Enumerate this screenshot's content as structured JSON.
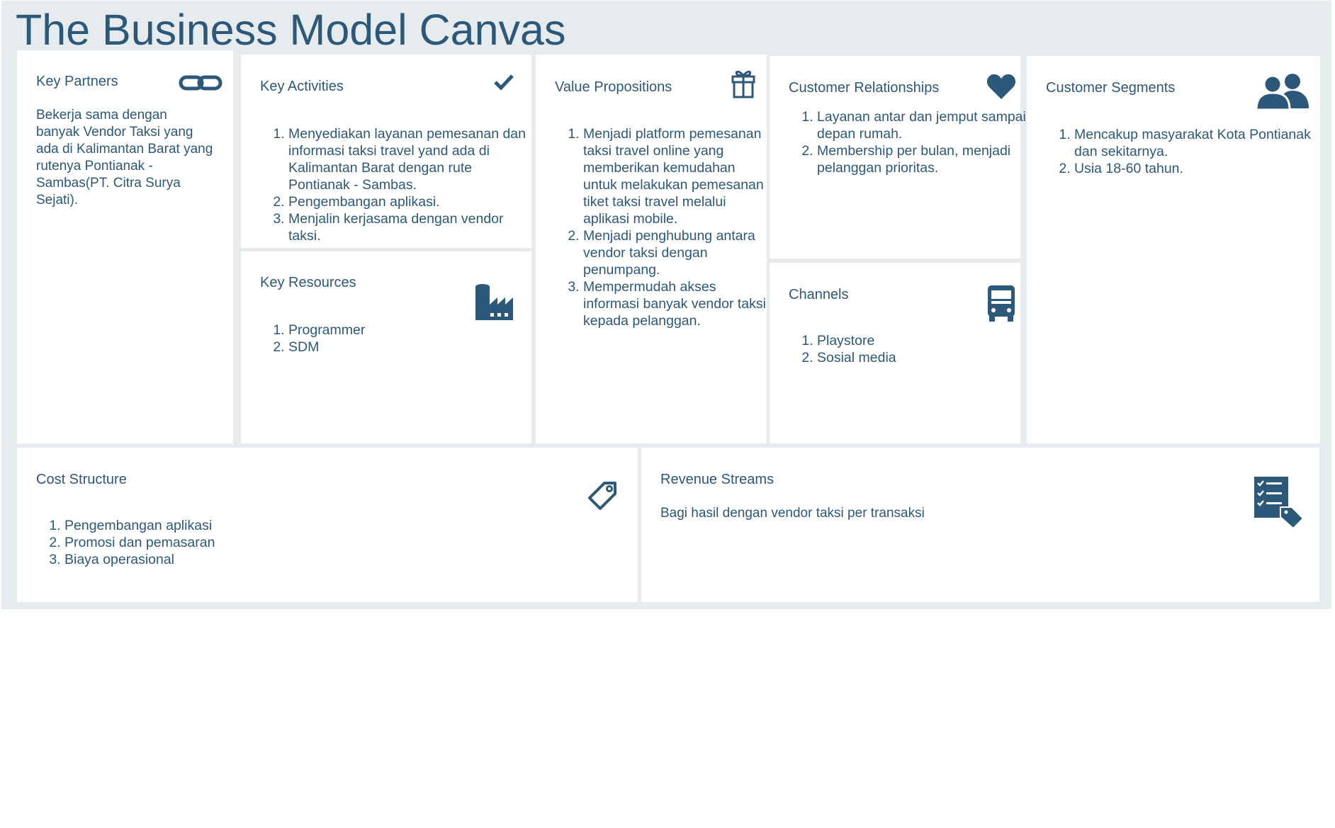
{
  "title": "The Business Model Canvas",
  "colors": {
    "accent": "#2c5879",
    "background": "#e6ebee",
    "card": "#ffffff"
  },
  "key_partners": {
    "title": "Key Partners",
    "icon": "link-icon",
    "text": "Bekerja sama dengan banyak Vendor Taksi yang ada di Kalimantan Barat yang rutenya Pontianak - Sambas(PT. Citra Surya Sejati)."
  },
  "key_activities": {
    "title": "Key Activities",
    "icon": "checkmark-icon",
    "items": [
      "Menyediakan layanan pemesanan dan informasi taksi travel yand ada di Kalimantan Barat dengan rute Pontianak - Sambas.",
      "Pengembangan aplikasi.",
      "Menjalin kerjasama dengan vendor taksi."
    ]
  },
  "key_resources": {
    "title": "Key Resources",
    "icon": "factory-icon",
    "items": [
      "Programmer",
      "SDM"
    ]
  },
  "value_propositions": {
    "title": "Value Propositions",
    "icon": "gift-icon",
    "items": [
      "Menjadi platform pemesanan taksi travel online yang memberikan kemudahan untuk melakukan pemesanan tiket taksi travel melalui aplikasi mobile.",
      "Menjadi penghubung antara vendor taksi dengan penumpang.",
      "Mempermudah akses informasi banyak vendor taksi kepada pelanggan."
    ]
  },
  "customer_relationships": {
    "title": "Customer Relationships",
    "icon": "heart-icon",
    "items": [
      "Layanan antar dan jemput sampai depan rumah.",
      "Membership per bulan, menjadi pelanggan prioritas."
    ]
  },
  "channels": {
    "title": "Channels",
    "icon": "truck-icon",
    "items": [
      "Playstore",
      "Sosial media"
    ]
  },
  "customer_segments": {
    "title": "Customer Segments",
    "icon": "users-icon",
    "items": [
      "Mencakup masyarakat Kota Pontianak dan sekitarnya.",
      "Usia 18-60 tahun."
    ]
  },
  "cost_structure": {
    "title": "Cost Structure",
    "icon": "price-tag-icon",
    "items": [
      "Pengembangan aplikasi",
      "Promosi dan pemasaran",
      "Biaya operasional"
    ]
  },
  "revenue_streams": {
    "title": "Revenue Streams",
    "icon": "checklist-icon",
    "text": "Bagi hasil dengan vendor taksi per transaksi"
  }
}
